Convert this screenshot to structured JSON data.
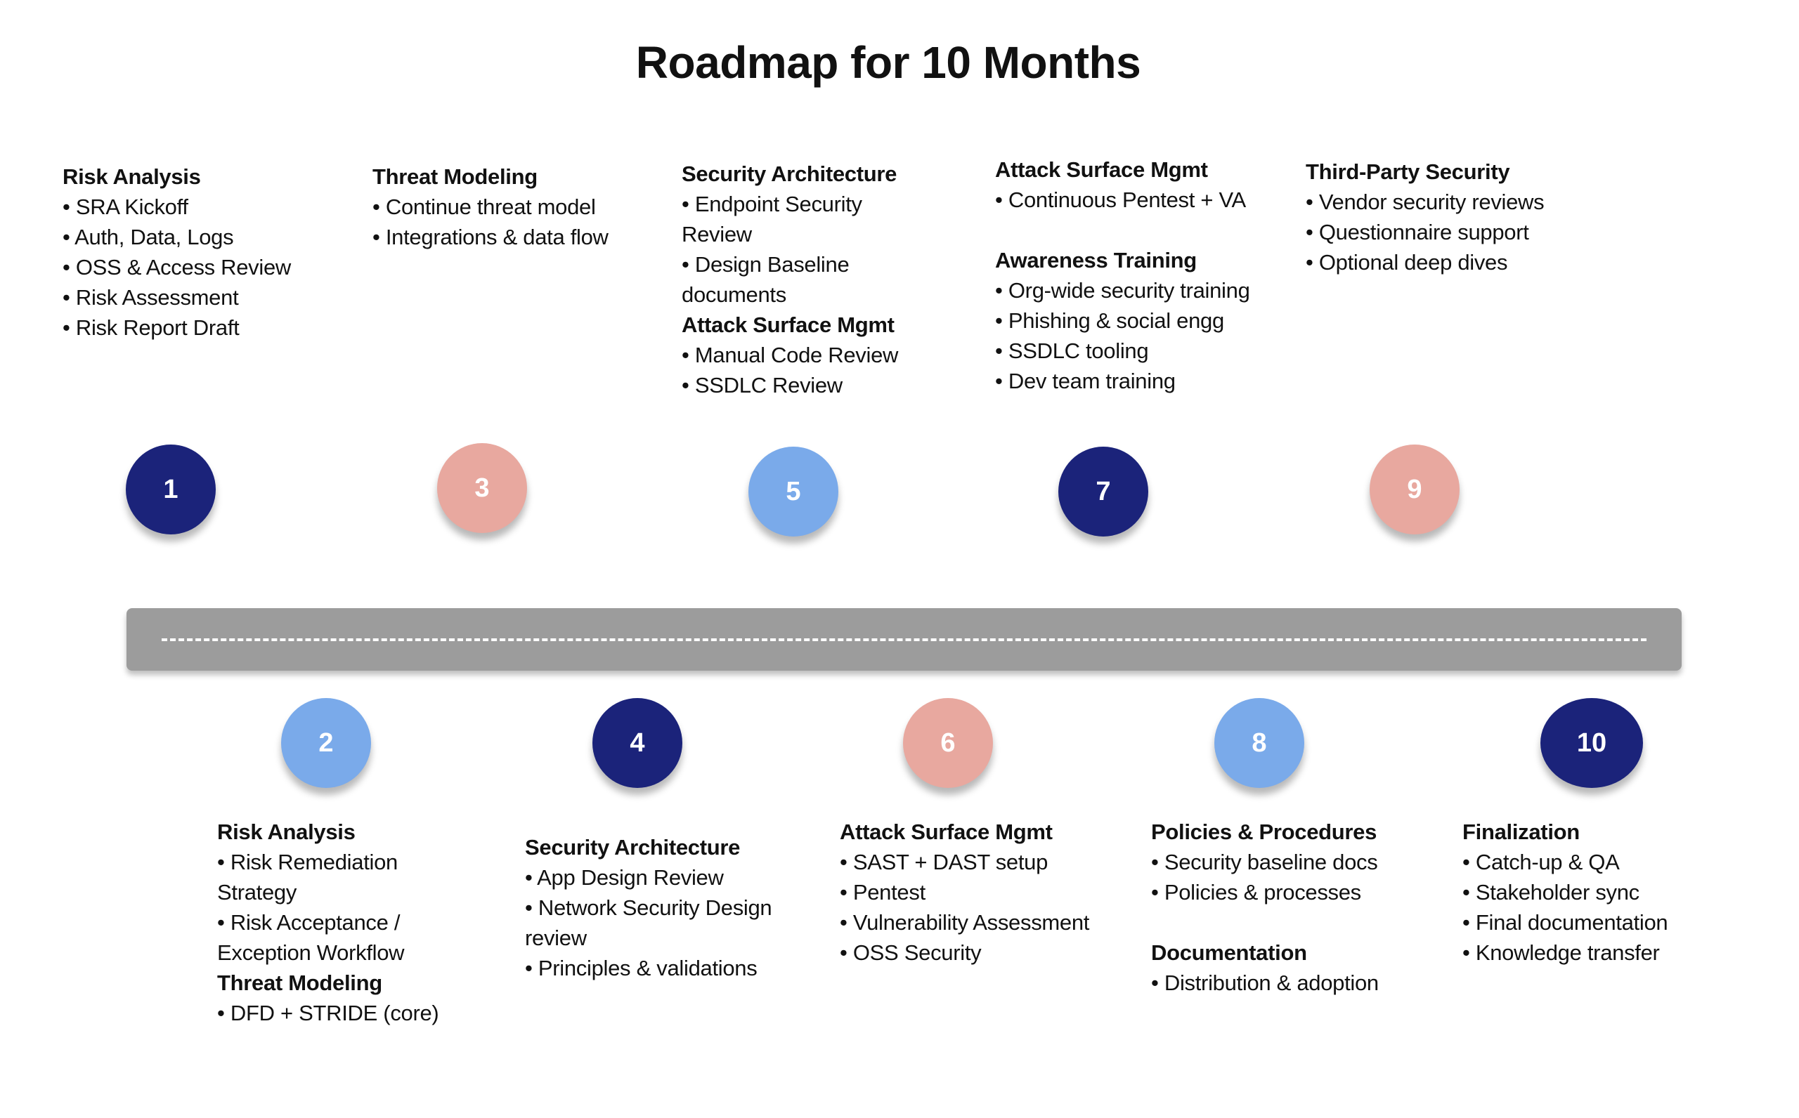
{
  "title": "Roadmap for 10 Months",
  "colors": {
    "navy": "#1b237a",
    "pink": "#e8a89f",
    "blue": "#7aaaea",
    "bar": "#9c9c9c"
  },
  "months": [
    {
      "number": "1",
      "color": "navy",
      "position": "top",
      "sections": [
        {
          "heading": "Risk Analysis",
          "items": [
            "SRA Kickoff",
            "Auth, Data, Logs",
            "OSS & Access Review",
            "Risk Assessment",
            "Risk Report Draft"
          ]
        }
      ]
    },
    {
      "number": "2",
      "color": "blue",
      "position": "bottom",
      "sections": [
        {
          "heading": "Risk Analysis",
          "items": [
            "Risk Remediation Strategy",
            "Risk Acceptance / Exception Workflow"
          ]
        },
        {
          "heading": "Threat Modeling",
          "items": [
            "DFD + STRIDE (core)"
          ]
        }
      ]
    },
    {
      "number": "3",
      "color": "pink",
      "position": "top",
      "sections": [
        {
          "heading": "Threat Modeling",
          "items": [
            "Continue threat model",
            "Integrations & data flow"
          ]
        }
      ]
    },
    {
      "number": "4",
      "color": "navy",
      "position": "bottom",
      "sections": [
        {
          "heading": "Security Architecture",
          "items": [
            "App Design Review",
            "Network Security Design review",
            "Principles & validations"
          ]
        }
      ]
    },
    {
      "number": "5",
      "color": "blue",
      "position": "top",
      "sections": [
        {
          "heading": "Security Architecture",
          "items": [
            "Endpoint Security Review",
            "Design Baseline documents"
          ]
        },
        {
          "heading": "Attack Surface Mgmt",
          "items": [
            "Manual Code Review",
            "SSDLC Review"
          ]
        }
      ]
    },
    {
      "number": "6",
      "color": "pink",
      "position": "bottom",
      "sections": [
        {
          "heading": "Attack Surface Mgmt",
          "items": [
            "SAST + DAST setup",
            "Pentest",
            "Vulnerability Assessment",
            "OSS Security"
          ]
        }
      ]
    },
    {
      "number": "7",
      "color": "navy",
      "position": "top",
      "sections": [
        {
          "heading": "Attack Surface Mgmt",
          "items": [
            "Continuous Pentest + VA"
          ]
        },
        {
          "heading": "Awareness Training",
          "items": [
            "Org-wide security training",
            "Phishing & social engg",
            "SSDLC tooling",
            "Dev team training"
          ]
        }
      ]
    },
    {
      "number": "8",
      "color": "blue",
      "position": "bottom",
      "sections": [
        {
          "heading": "Policies & Procedures",
          "items": [
            "Security baseline docs",
            "Policies & processes"
          ]
        },
        {
          "heading": "Documentation",
          "items": [
            "Distribution & adoption"
          ]
        }
      ]
    },
    {
      "number": "9",
      "color": "pink",
      "position": "top",
      "sections": [
        {
          "heading": "Third-Party Security",
          "items": [
            "Vendor security reviews",
            "Questionnaire support",
            "Optional deep dives"
          ]
        }
      ]
    },
    {
      "number": "10",
      "color": "navy",
      "position": "bottom",
      "sections": [
        {
          "heading": "Finalization",
          "items": [
            "Catch-up & QA",
            "Stakeholder sync",
            "Final documentation",
            "Knowledge transfer"
          ]
        }
      ]
    }
  ]
}
